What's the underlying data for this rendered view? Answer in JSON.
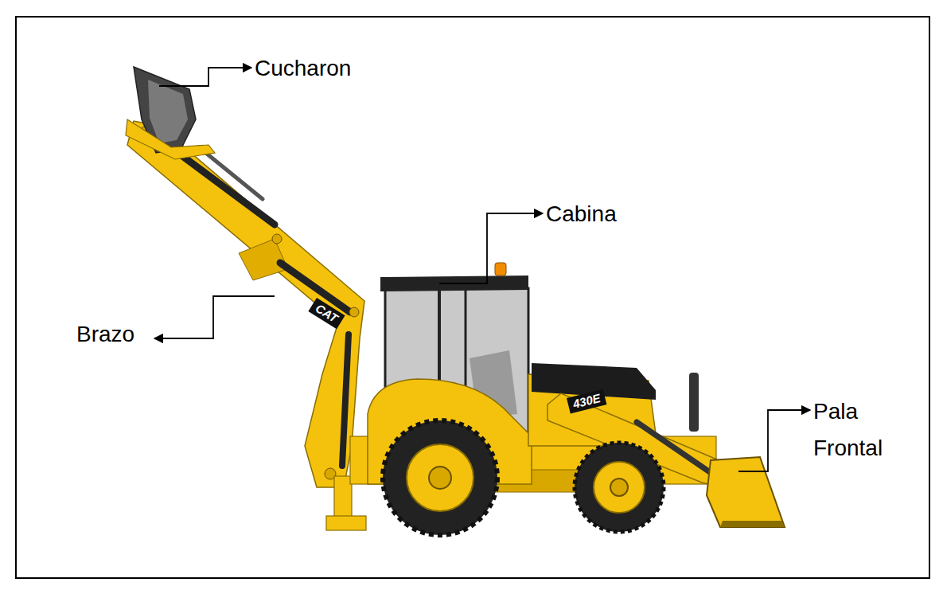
{
  "diagram": {
    "labels": [
      "Cucharon",
      "Cabina",
      "CAT",
      "Brazo",
      "430E",
      "Pala Frontal"
    ]
  }
}
